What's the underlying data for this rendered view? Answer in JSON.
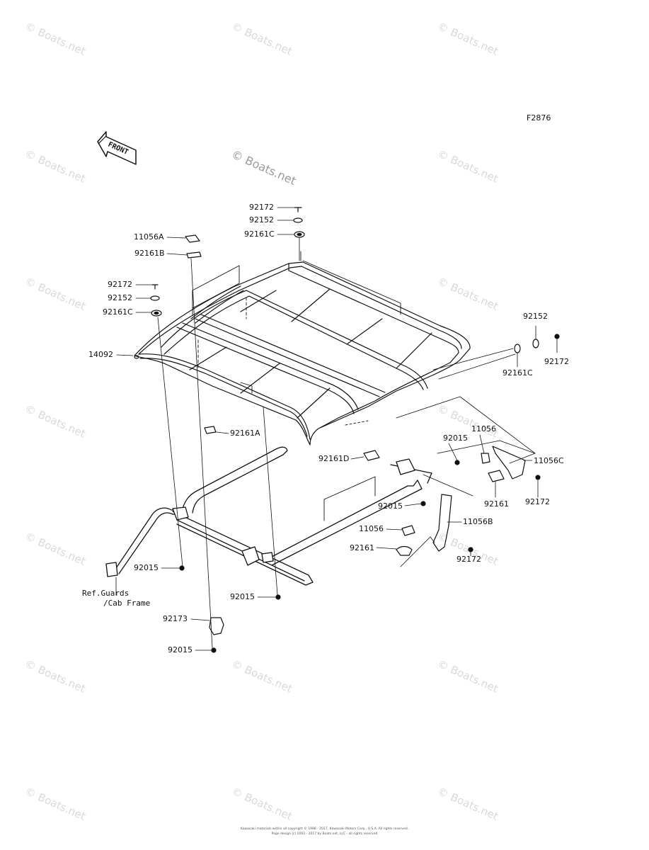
{
  "diagram_code": "F2876",
  "watermark": "© Boats.net",
  "front_label": "FRONT",
  "ref_note": [
    "Ref.Guards",
    "/Cab Frame"
  ],
  "parts": {
    "p92172_top": "92172",
    "p92152_top": "92152",
    "p92161C_top": "92161C",
    "p11056A": "11056A",
    "p92161B": "92161B",
    "p92172_left": "92172",
    "p92152_left": "92152",
    "p92161C_left": "92161C",
    "p14092": "14092",
    "p92152_right": "92152",
    "p92161C_right": "92161C",
    "p92172_right": "92172",
    "p92161A": "92161A",
    "p92161D": "92161D",
    "p92015_a": "92015",
    "p11056": "11056",
    "p11056C": "11056C",
    "p92161_a": "92161",
    "p92172_b": "92172",
    "p92015_b": "92015",
    "p11056B": "11056B",
    "p11056_b": "11056",
    "p92161_b": "92161",
    "p92172_c": "92172",
    "p92015_c": "92015",
    "p92015_d": "92015",
    "p92173": "92173",
    "p92015_e": "92015"
  },
  "footer": [
    "Kawasaki materials within all copyright © 1998 - 2017, Kawasaki Motors Corp., U.S.A. All rights reserved.",
    "Page design (c) 2002 - 2017 by Boats.net, LLC - all rights reserved"
  ]
}
